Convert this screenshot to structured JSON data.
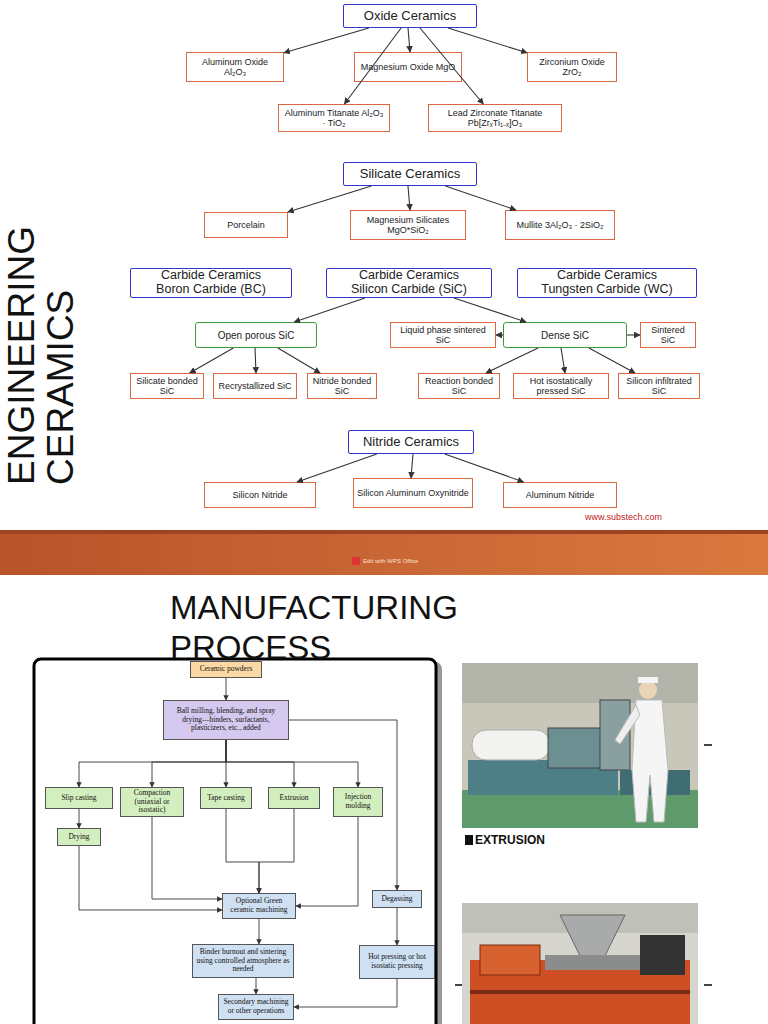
{
  "diagram": {
    "title": "ENGINEERING CERAMICS",
    "nodes": [
      {
        "text": [
          "Oxide Ceramics"
        ]
      },
      {
        "text": [
          "Aluminum Oxide Al₂O₃"
        ]
      },
      {
        "text": [
          "Magnesium Oxide MgO"
        ]
      },
      {
        "text": [
          "Zirconium Oxide ZrO₂"
        ]
      },
      {
        "text": [
          "Aluminum Titanate Al₂O₃ · TiO₂"
        ]
      },
      {
        "text": [
          "Lead Zirconate Titanate Pb[ZrₓTi₁₋ₓ]O₃"
        ]
      },
      {
        "text": [
          "Silicate Ceramics"
        ]
      },
      {
        "text": [
          "Porcelain"
        ]
      },
      {
        "text": [
          "Magnesium Silicates MgO*SiO₂"
        ]
      },
      {
        "text": [
          "Mullite 3Al₂O₃ · 2SiO₂"
        ]
      },
      {
        "text": [
          "Carbide Ceramics Boron Carbide (BC)"
        ]
      },
      {
        "text": [
          "Carbide Ceramics Silicon Carbide (SiC)"
        ]
      },
      {
        "text": [
          "Carbide Ceramics Tungsten Carbide (WC)"
        ]
      },
      {
        "text": [
          "Open porous SiC"
        ]
      },
      {
        "text": [
          "Liquid phase sintered SiC"
        ]
      },
      {
        "text": [
          "Dense SiC"
        ]
      },
      {
        "text": [
          "Sintered SiC"
        ]
      },
      {
        "text": [
          "Silicate bonded SiC"
        ]
      },
      {
        "text": [
          "Recrystallized SiC"
        ]
      },
      {
        "text": [
          "Nitride bonded SiC"
        ]
      },
      {
        "text": [
          "Reaction bonded SiC"
        ]
      },
      {
        "text": [
          "Hot isostatically pressed SiC"
        ]
      },
      {
        "text": [
          "Silicon infiltrated SiC"
        ]
      },
      {
        "text": [
          "Nitride Ceramics"
        ]
      },
      {
        "text": [
          "Silicon Nitride"
        ]
      },
      {
        "text": [
          "Silicon Aluminum Oxynitride"
        ]
      },
      {
        "text": [
          "Aluminum Nitride"
        ]
      },
      {
        "text": [
          "Ceramic powders"
        ]
      },
      {
        "text": [
          "Ball milling, blending, and spray drying—binders, surfactants, plasticizers, etc., added"
        ]
      },
      {
        "text": [
          "Slip casting"
        ]
      },
      {
        "text": [
          "Compaction (uniaxial or isostatic)"
        ]
      },
      {
        "text": [
          "Tape casting"
        ]
      },
      {
        "text": [
          "Extrusion"
        ]
      },
      {
        "text": [
          "Injection molding"
        ]
      },
      {
        "text": [
          "Drying"
        ]
      },
      {
        "text": [
          "Degassing"
        ]
      },
      {
        "text": [
          "Optional Green ceramic machining"
        ]
      },
      {
        "text": [
          "Hot pressing or hot isostatic pressing"
        ]
      },
      {
        "text": [
          "Binder burnout and sintering using controlled atmosphere as needed"
        ]
      },
      {
        "text": [
          "Secondary machining or other operations"
        ]
      }
    ],
    "edges": [
      {
        "from": 0,
        "to": 1,
        "arrow": "to"
      },
      {
        "from": 0,
        "to": 2,
        "arrow": "to"
      },
      {
        "from": 0,
        "to": 3,
        "arrow": "to"
      },
      {
        "from": 0,
        "to": 4,
        "arrow": "to"
      },
      {
        "from": 0,
        "to": 5,
        "arrow": "to"
      },
      {
        "from": 6,
        "to": 7,
        "arrow": "to"
      },
      {
        "from": 6,
        "to": 8,
        "arrow": "to"
      },
      {
        "from": 6,
        "to": 9,
        "arrow": "to"
      },
      {
        "from": 11,
        "to": 13,
        "arrow": "to"
      },
      {
        "from": 11,
        "to": 15,
        "arrow": "to"
      },
      {
        "from": 13,
        "to": 17,
        "arrow": "to"
      },
      {
        "from": 13,
        "to": 18,
        "arrow": "to"
      },
      {
        "from": 13,
        "to": 19,
        "arrow": "to"
      },
      {
        "from": 15,
        "to": 14,
        "arrow": "to"
      },
      {
        "from": 15,
        "to": 16,
        "arrow": "to"
      },
      {
        "from": 15,
        "to": 20,
        "arrow": "to"
      },
      {
        "from": 15,
        "to": 21,
        "arrow": "to"
      },
      {
        "from": 15,
        "to": 22,
        "arrow": "to"
      },
      {
        "from": 23,
        "to": 24,
        "arrow": "to"
      },
      {
        "from": 23,
        "to": 25,
        "arrow": "to"
      },
      {
        "from": 23,
        "to": 26,
        "arrow": "to"
      },
      {
        "from": 27,
        "to": 28,
        "arrow": "to"
      },
      {
        "from": 28,
        "to": 29,
        "arrow": "to"
      },
      {
        "from": 28,
        "to": 30,
        "arrow": "to"
      },
      {
        "from": 28,
        "to": 31,
        "arrow": "to"
      },
      {
        "from": 28,
        "to": 32,
        "arrow": "to"
      },
      {
        "from": 28,
        "to": 33,
        "arrow": "to"
      },
      {
        "from": 28,
        "to": 35,
        "arrow": "to"
      },
      {
        "from": 29,
        "to": 34,
        "arrow": "to"
      },
      {
        "from": 34,
        "to": 36,
        "arrow": "to"
      },
      {
        "from": 30,
        "to": 36,
        "arrow": "to"
      },
      {
        "from": 31,
        "to": 36,
        "arrow": "to"
      },
      {
        "from": 32,
        "to": 36,
        "arrow": "to"
      },
      {
        "from": 33,
        "to": 36,
        "arrow": "to"
      },
      {
        "from": 36,
        "to": 38,
        "arrow": "to"
      },
      {
        "from": 35,
        "to": 37,
        "arrow": "to"
      },
      {
        "from": 38,
        "to": 39,
        "arrow": "to"
      },
      {
        "from": 37,
        "to": 39,
        "arrow": "to"
      }
    ],
    "labels": [
      "MANUFACTURING PROCESS",
      "www.substech.com",
      "Edit with WPS Office",
      "EXTRUSION"
    ]
  }
}
